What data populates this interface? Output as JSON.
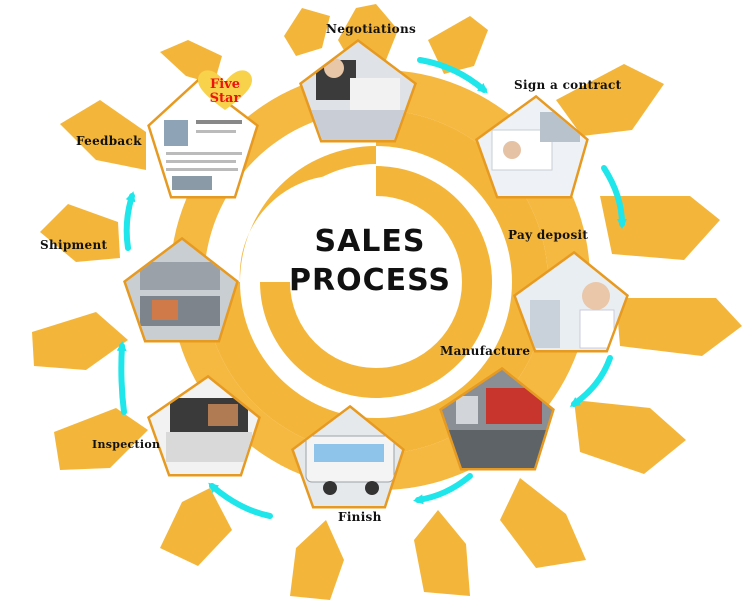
{
  "title": {
    "line1": "SALES",
    "line2": "PROCESS"
  },
  "colors": {
    "sun": "#f4b63a",
    "sun_dark": "#e9a12a",
    "arrow": "#1ee6ea",
    "frame": "#e79a21"
  },
  "steps": [
    {
      "id": "negotiations",
      "label": "Negotiations",
      "icon": "business-meeting-photo"
    },
    {
      "id": "sign-contract",
      "label": "Sign a contract",
      "icon": "signing-document-photo"
    },
    {
      "id": "pay-deposit",
      "label": "Pay deposit",
      "icon": "payment-photo"
    },
    {
      "id": "manufacture",
      "label": "Manufacture",
      "icon": "factory-photo"
    },
    {
      "id": "finish",
      "label": "Finish",
      "icon": "food-trailer-photo"
    },
    {
      "id": "inspection",
      "label": "Inspection",
      "icon": "trailer-window-photo"
    },
    {
      "id": "shipment",
      "label": "Shipment",
      "icon": "trailer-interior-photo"
    },
    {
      "id": "feedback",
      "label": "Feedback",
      "icon": "review-page-photo"
    }
  ],
  "feedback_badge": {
    "line1": "Five",
    "line2": "Star"
  }
}
